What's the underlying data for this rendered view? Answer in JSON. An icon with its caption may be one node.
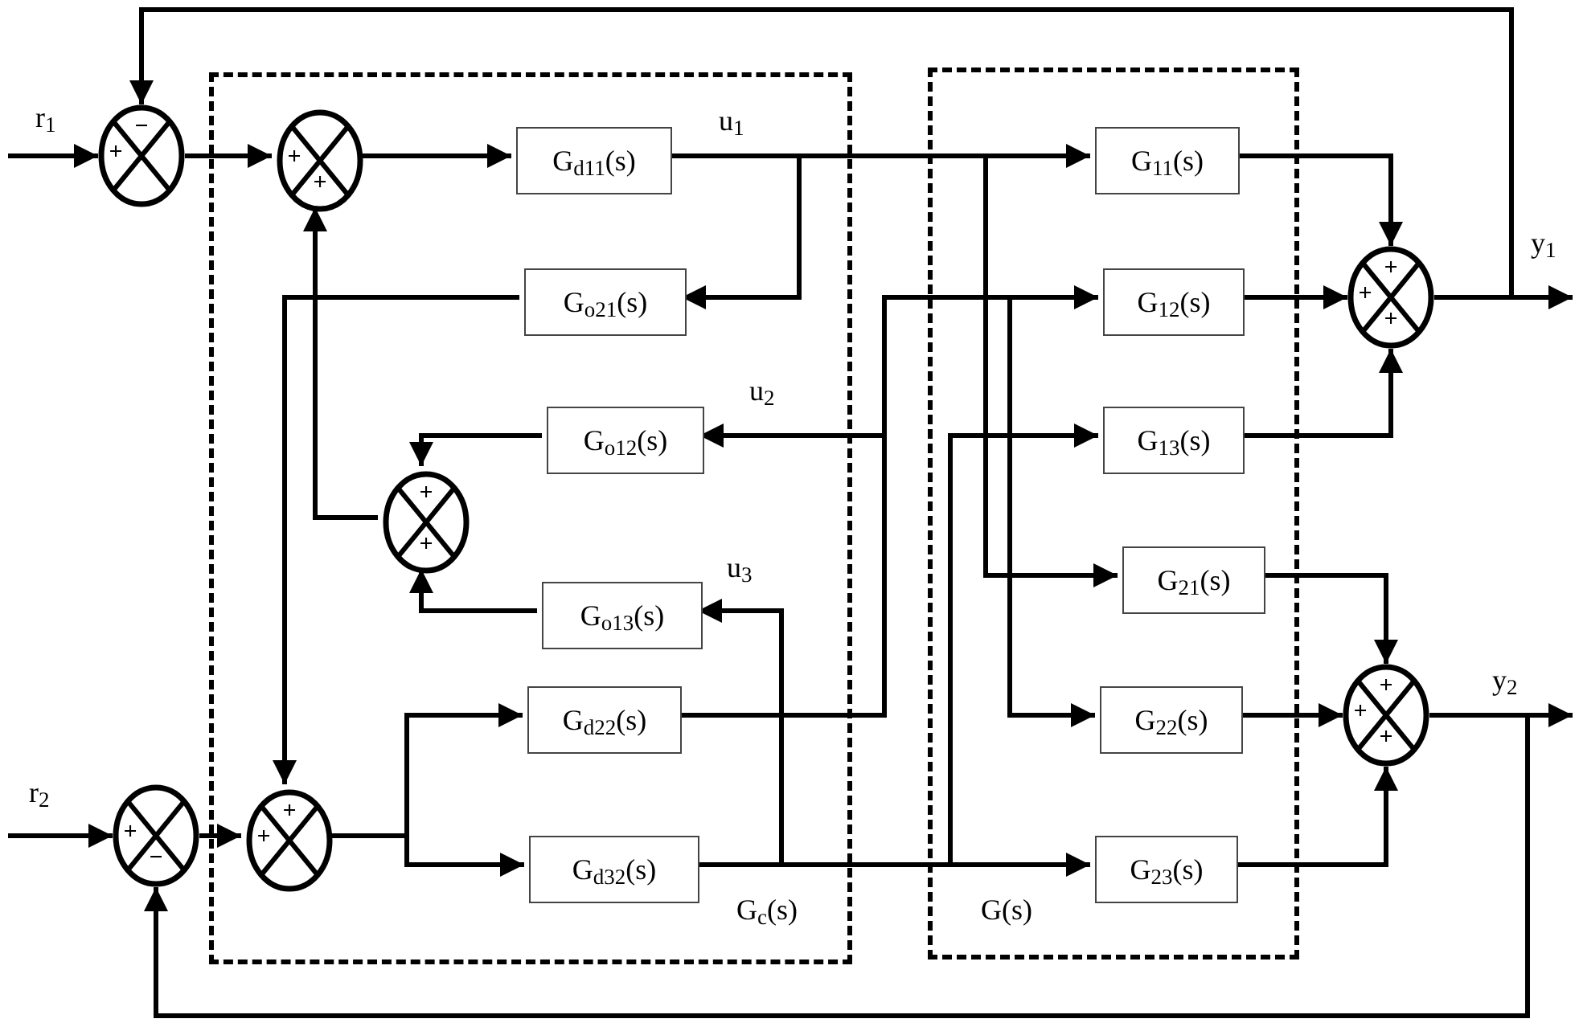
{
  "diagram": {
    "nodes": [
      {
        "text": [
          "G$_{c}$(s)"
        ]
      },
      {
        "text": [
          "G(s)"
        ]
      },
      {
        "text": [
          "−",
          "+"
        ]
      },
      {
        "text": [
          "+",
          "+"
        ],
        "in": 0
      },
      {
        "text": [
          "G$_{d11}$(s)"
        ],
        "in": 0
      },
      {
        "text": [
          "G$_{11}$(s)"
        ],
        "in": 1
      },
      {
        "text": [
          "G$_{o21}$(s)"
        ],
        "in": 0
      },
      {
        "text": [
          "G$_{12}$(s)"
        ],
        "in": 1
      },
      {
        "text": [
          "+",
          "+",
          "+"
        ]
      },
      {
        "text": [
          "G$_{o12}$(s)"
        ],
        "in": 0
      },
      {
        "text": [
          "G$_{13}$(s)"
        ],
        "in": 1
      },
      {
        "text": [
          "+",
          "+"
        ],
        "in": 0
      },
      {
        "text": [
          "G$_{o13}$(s)"
        ],
        "in": 0
      },
      {
        "text": [
          "G$_{21}$(s)"
        ],
        "in": 1
      },
      {
        "text": [
          "G$_{d22}$(s)"
        ],
        "in": 0
      },
      {
        "text": [
          "G$_{22}$(s)"
        ],
        "in": 1
      },
      {
        "text": [
          "+",
          "+",
          "+"
        ]
      },
      {
        "text": [
          "+",
          "−"
        ]
      },
      {
        "text": [
          "+",
          "+"
        ],
        "in": 0
      },
      {
        "text": [
          "G$_{d32}$(s)"
        ],
        "in": 0
      },
      {
        "text": [
          "G$_{23}$(s)"
        ],
        "in": 1
      }
    ],
    "edges": [
      {
        "from": null,
        "to": 2,
        "arrow": "to"
      },
      {
        "from": 2,
        "to": 3,
        "arrow": "to"
      },
      {
        "from": 3,
        "to": 4,
        "arrow": "to"
      },
      {
        "from": 4,
        "to": 5,
        "arrow": "to"
      },
      {
        "from": 4,
        "to": 6,
        "arrow": "to"
      },
      {
        "from": 4,
        "to": 13,
        "arrow": "to"
      },
      {
        "from": 5,
        "to": 8,
        "arrow": "to"
      },
      {
        "from": 6,
        "to": 18,
        "arrow": "to"
      },
      {
        "from": 14,
        "to": 7,
        "arrow": "to"
      },
      {
        "from": 14,
        "to": 9,
        "arrow": "to"
      },
      {
        "from": 14,
        "to": 15,
        "arrow": "to"
      },
      {
        "from": 7,
        "to": 8,
        "arrow": "to"
      },
      {
        "from": 9,
        "to": 11,
        "arrow": "to"
      },
      {
        "from": 10,
        "to": 8,
        "arrow": "to"
      },
      {
        "from": 11,
        "to": 3,
        "arrow": "to"
      },
      {
        "from": 19,
        "to": 20,
        "arrow": "to"
      },
      {
        "from": 19,
        "to": 12,
        "arrow": "to"
      },
      {
        "from": 19,
        "to": 10,
        "arrow": "to"
      },
      {
        "from": 12,
        "to": 11,
        "arrow": "to"
      },
      {
        "from": 13,
        "to": 16,
        "arrow": "to"
      },
      {
        "from": 15,
        "to": 16,
        "arrow": "to"
      },
      {
        "from": 20,
        "to": 16,
        "arrow": "to"
      },
      {
        "from": 8,
        "to": null,
        "arrow": "to"
      },
      {
        "from": 8,
        "to": 2,
        "arrow": "to"
      },
      {
        "from": 16,
        "to": null,
        "arrow": "to"
      },
      {
        "from": 16,
        "to": 17,
        "arrow": "to"
      },
      {
        "from": null,
        "to": 17,
        "arrow": "to"
      },
      {
        "from": 17,
        "to": 18,
        "arrow": "to"
      },
      {
        "from": 18,
        "to": 14,
        "arrow": "to"
      },
      {
        "from": 18,
        "to": 19,
        "arrow": "to"
      }
    ],
    "labels": [
      "r$_{1}$",
      "u$_{1}$",
      "y$_{1}$",
      "u$_{2}$",
      "u$_{3}$",
      "y$_{2}$",
      "r$_{2}$"
    ]
  }
}
